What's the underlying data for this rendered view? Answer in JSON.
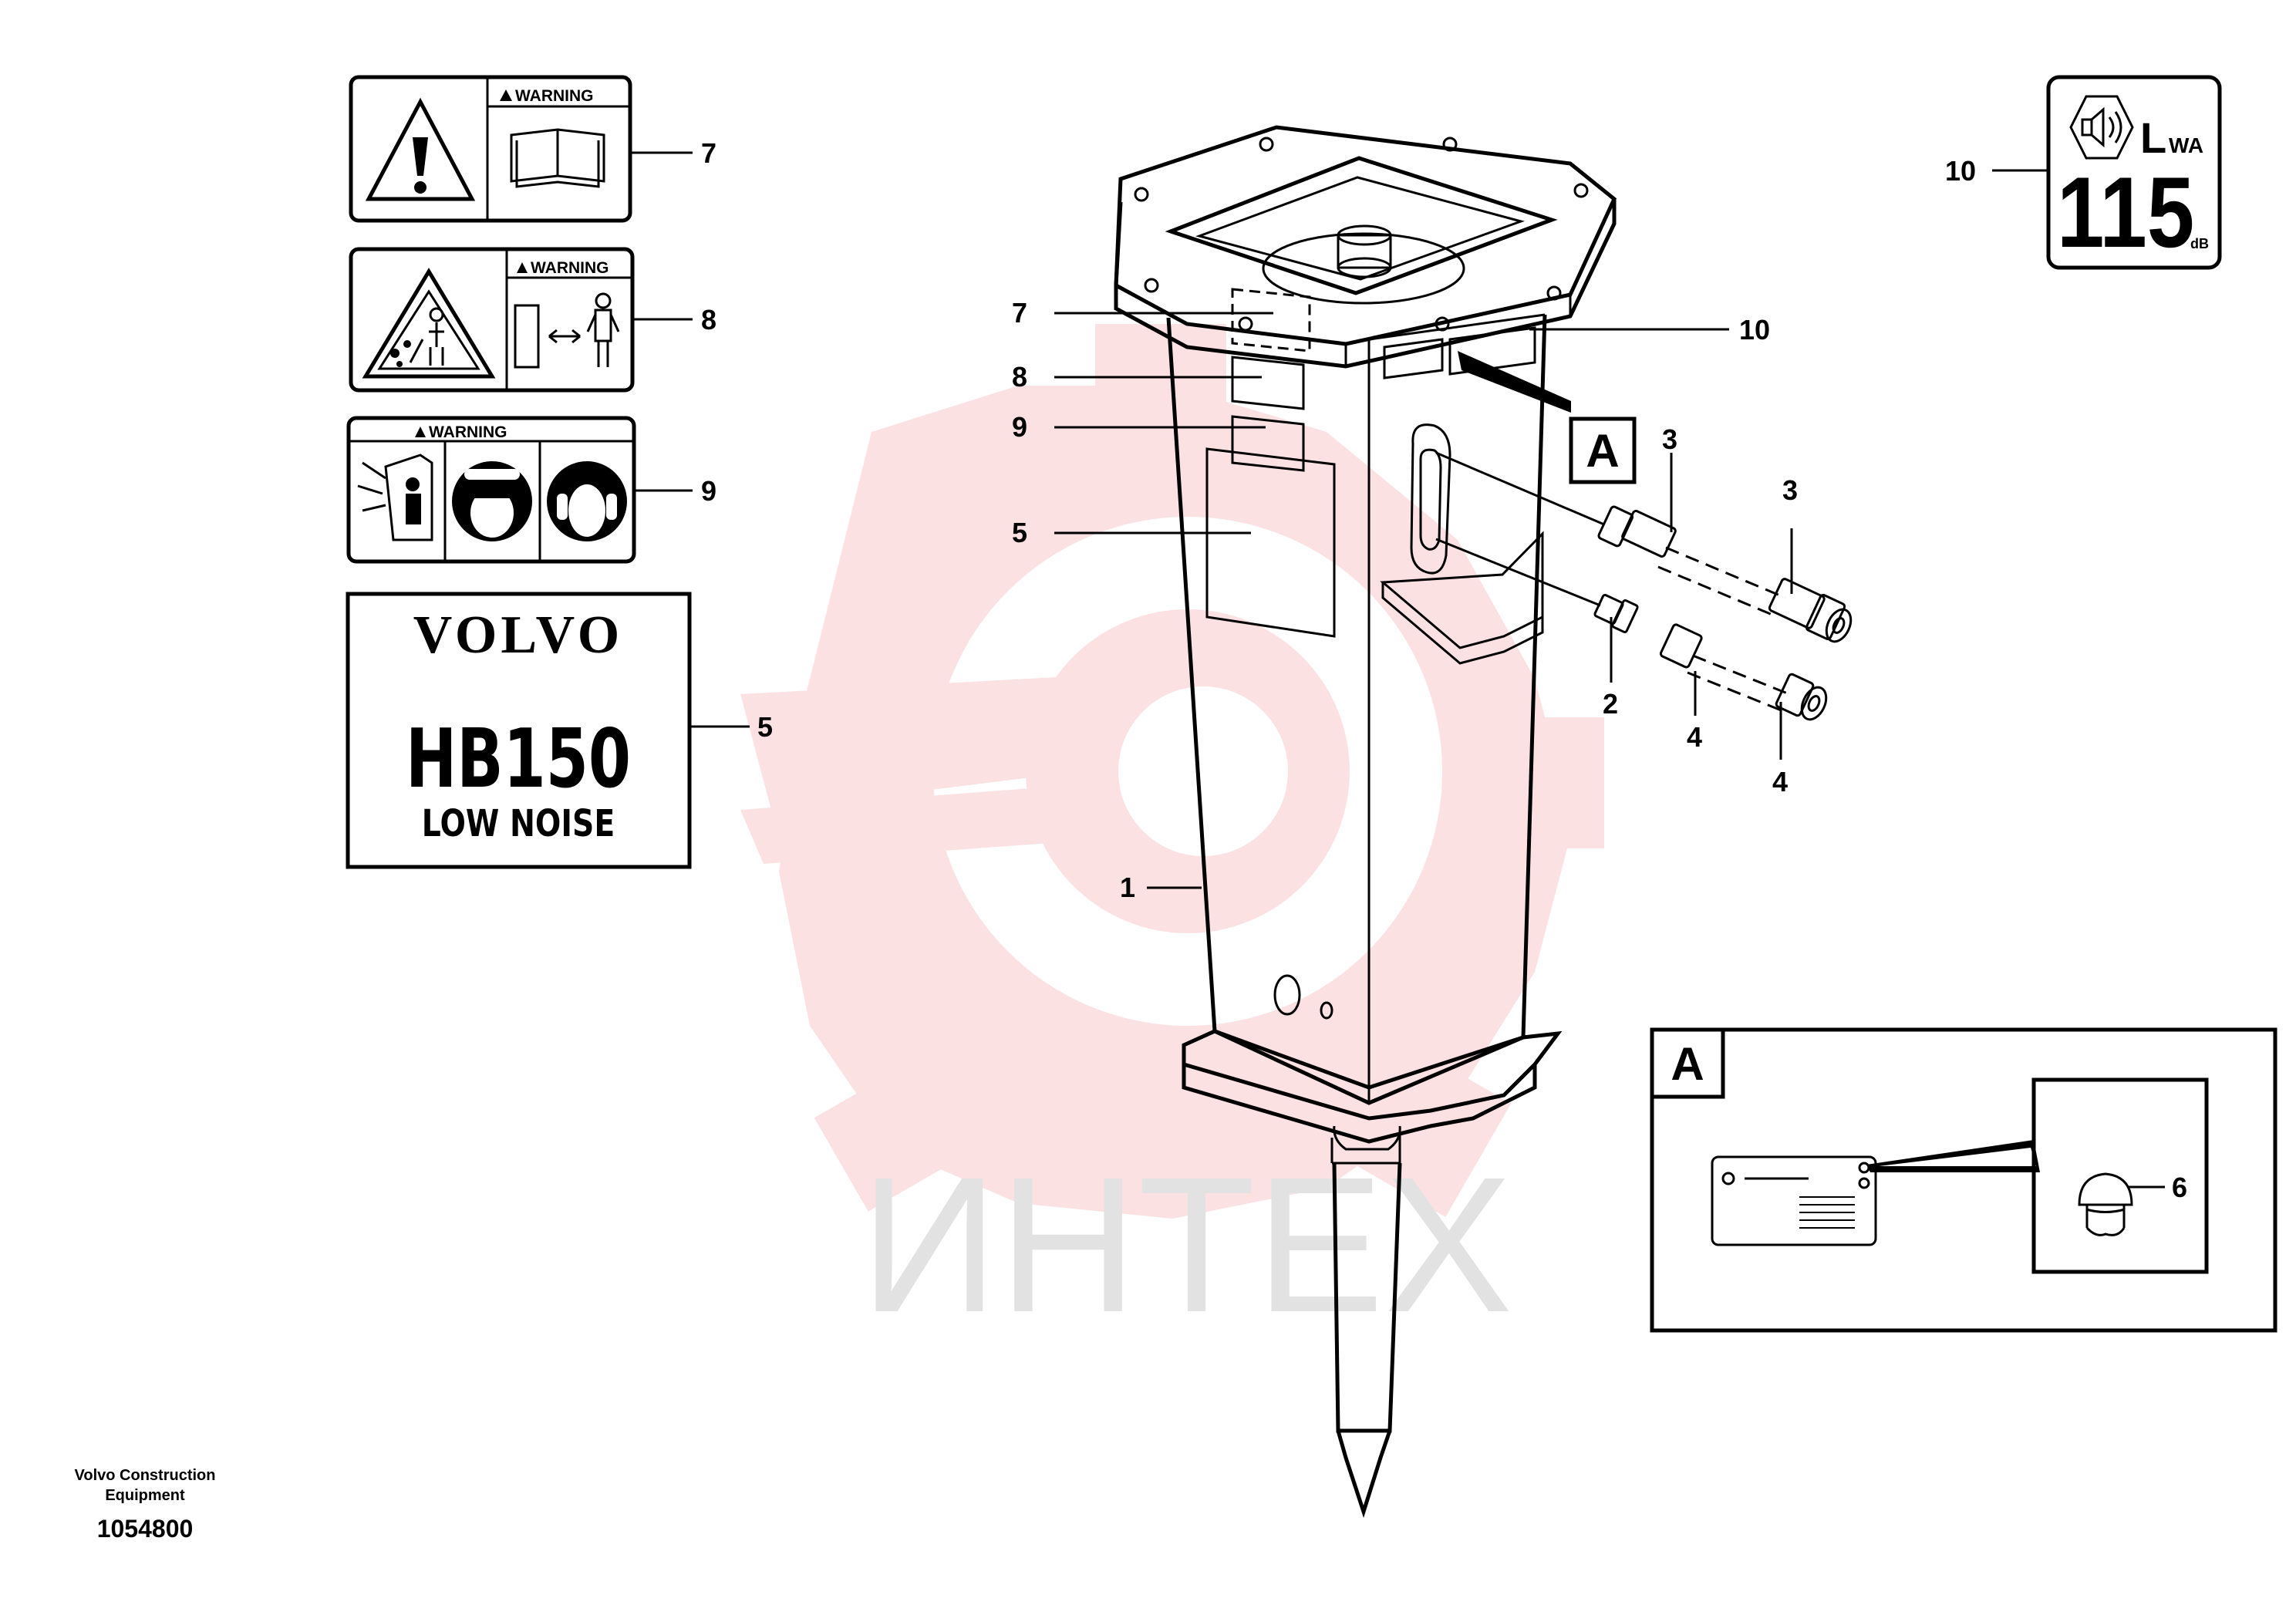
{
  "watermark": {
    "text": "ИНТЕХ",
    "color": "#f5a3a8"
  },
  "decals": {
    "d7": {
      "header": "WARNING"
    },
    "d8": {
      "header": "WARNING"
    },
    "d9": {
      "header": "WARNING"
    },
    "d5": {
      "brand": "VOLVO",
      "model": "HB150",
      "variant": "LOW NOISE"
    },
    "d10": {
      "symbol": "L",
      "subscript": "WA",
      "value": "115",
      "unit": "dB"
    }
  },
  "callouts": {
    "c7": "7",
    "c8": "8",
    "c9": "9",
    "c5": "5",
    "c10": "10",
    "m7": "7",
    "m8": "8",
    "m9": "9",
    "m5": "5",
    "m1": "1",
    "m10": "10",
    "p3a": "3",
    "p3b": "3",
    "p2": "2",
    "p4a": "4",
    "p4b": "4",
    "p6": "6"
  },
  "detail_ref": {
    "label": "A"
  },
  "detail_box": {
    "label": "A"
  },
  "footer": {
    "maker_line1": "Volvo Construction",
    "maker_line2": "Equipment",
    "doc_number": "1054800"
  },
  "icons": [
    "warning-triangle-icon",
    "manual-book-icon",
    "flying-debris-icon",
    "safe-distance-icon",
    "hearing-protection-icon",
    "face-shield-icon",
    "sound-emission-icon"
  ]
}
